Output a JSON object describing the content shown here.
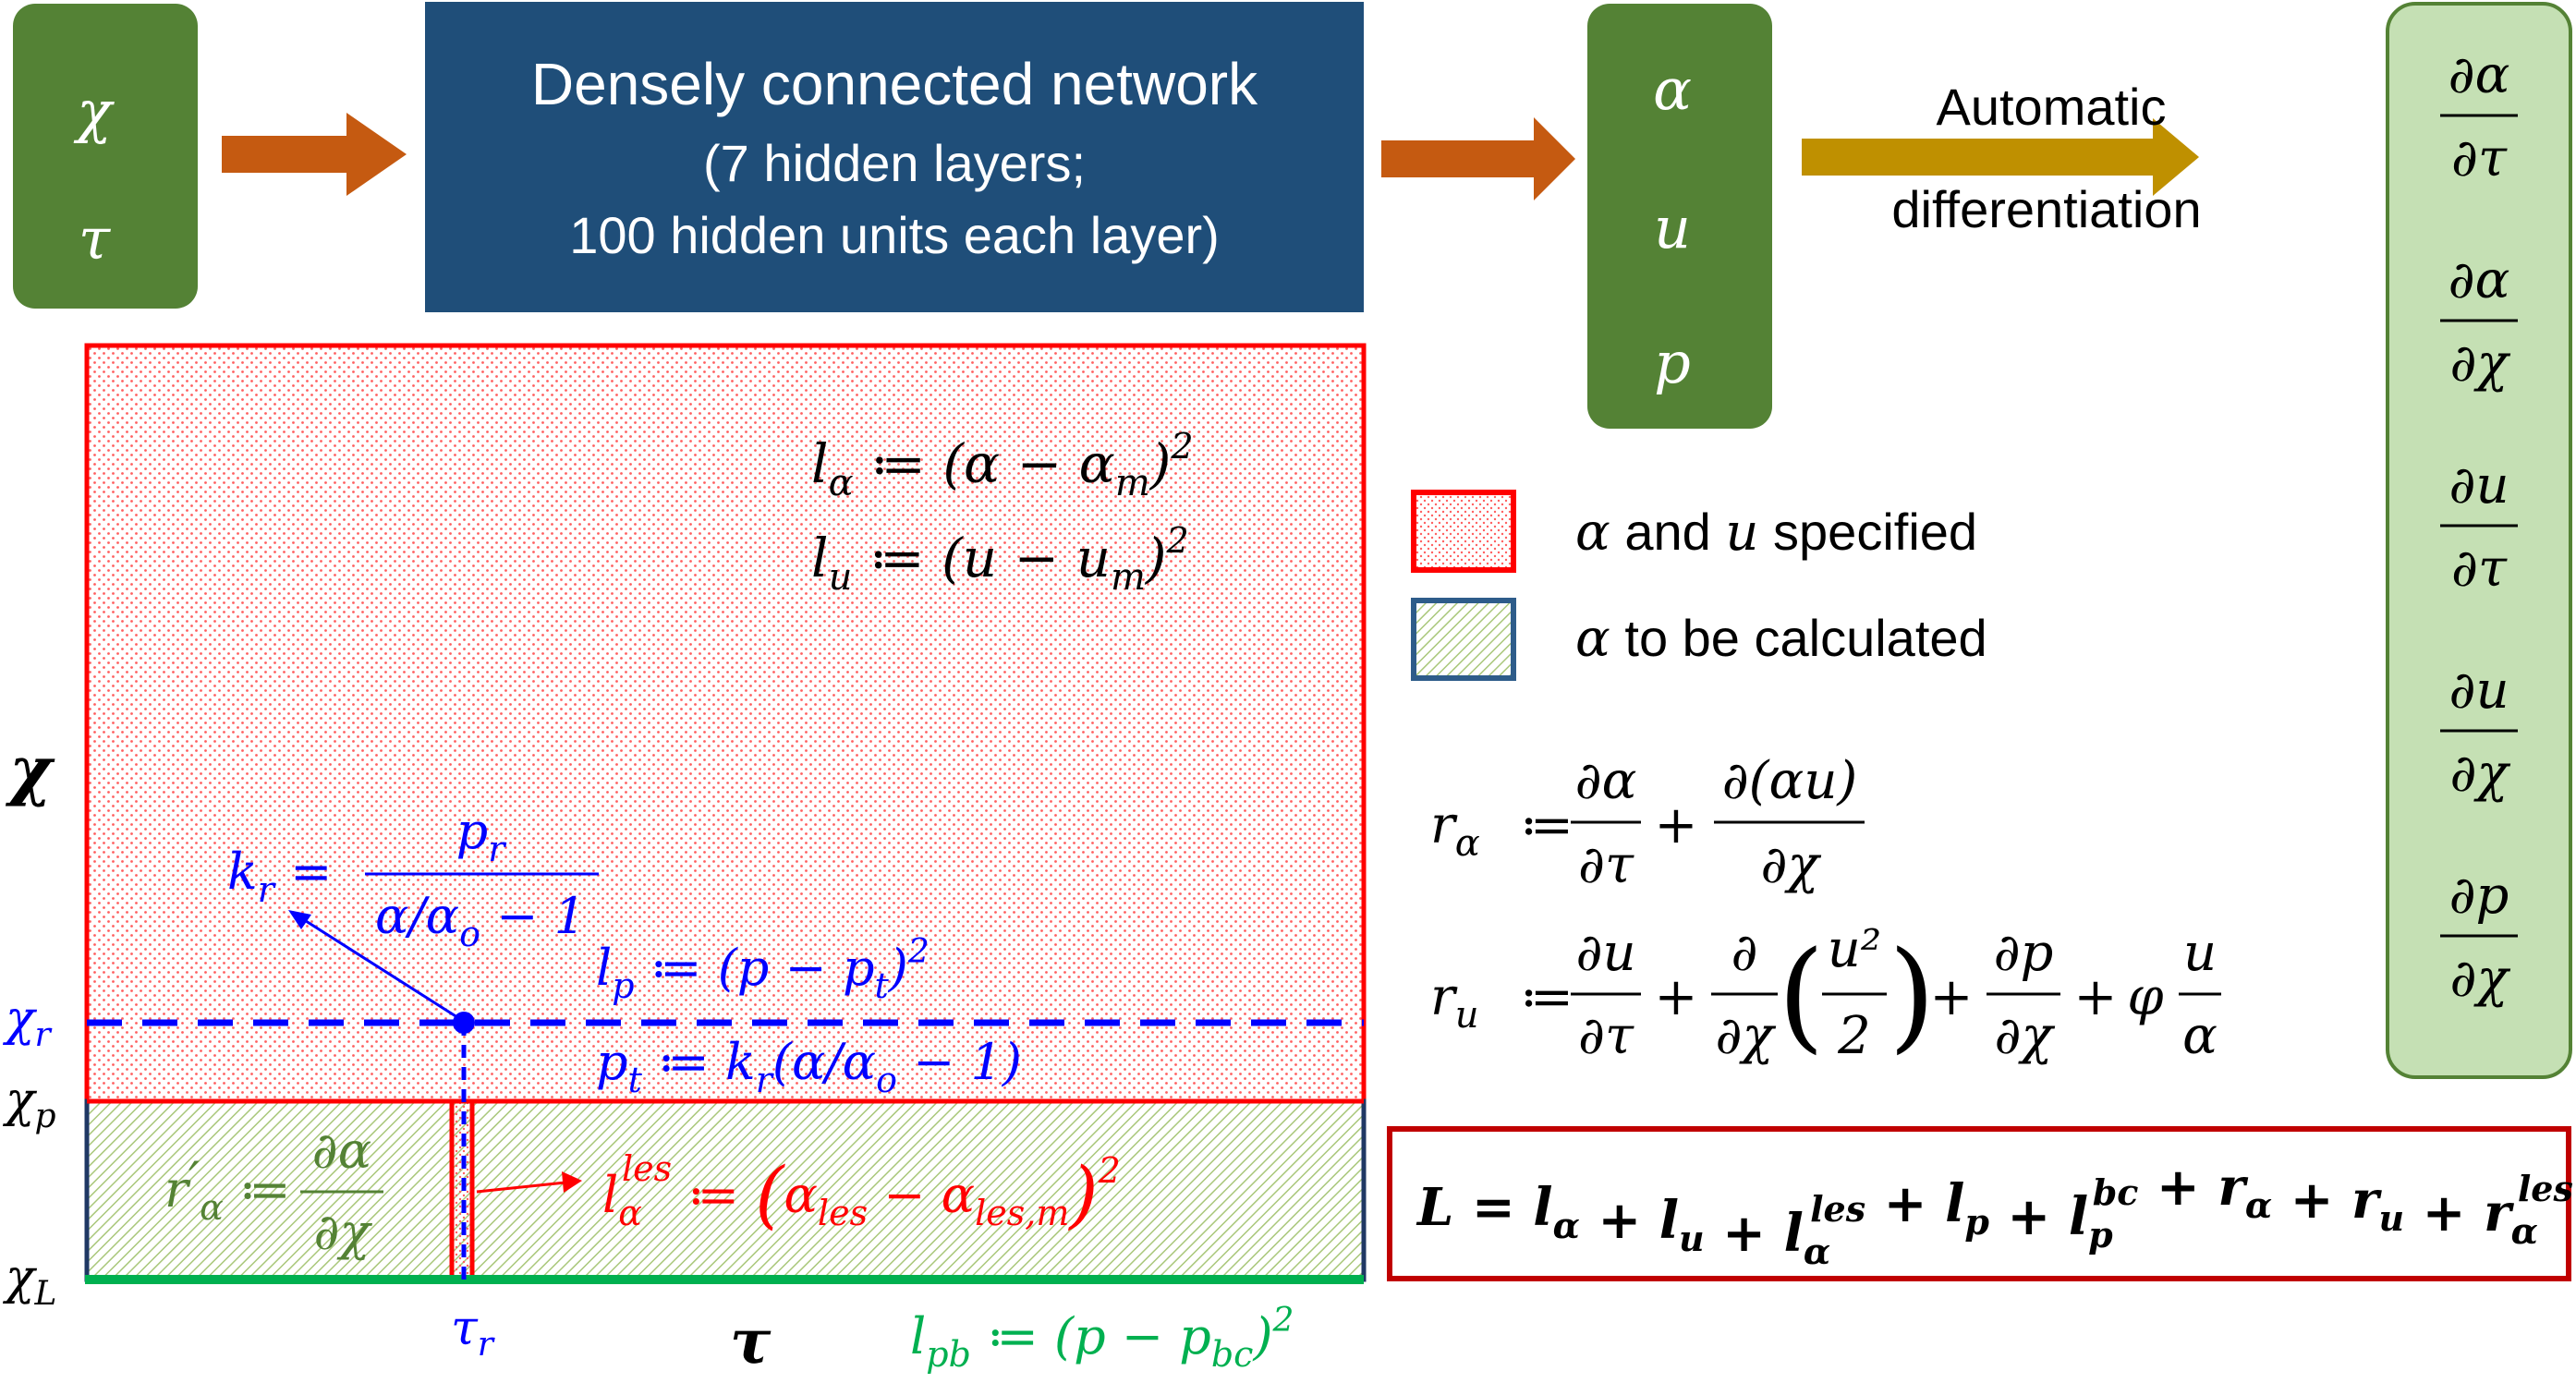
{
  "colors": {
    "green_box": "#548235",
    "light_green_box": "#c5e0b4",
    "navy": "#1f4e79",
    "orange_arrow": "#c55a11",
    "gold_arrow": "#bf9000",
    "red": "#ff0000",
    "dark_red": "#c00000",
    "blue": "#0000ff",
    "green_line": "#00b050"
  },
  "inputs": {
    "chi": "χ",
    "tau": "τ"
  },
  "network": {
    "title": "Densely connected network",
    "line2": "(7 hidden layers;",
    "line3": "100 hidden units each layer)"
  },
  "outputs": {
    "alpha": "α",
    "u": "u",
    "p": "p"
  },
  "autodiff": {
    "line1": "Automatic",
    "line2": "differentiation"
  },
  "derivatives": [
    {
      "num": "∂α",
      "den": "∂τ"
    },
    {
      "num": "∂α",
      "den": "∂χ"
    },
    {
      "num": "∂u",
      "den": "∂τ"
    },
    {
      "num": "∂u",
      "den": "∂χ"
    },
    {
      "num": "∂p",
      "den": "∂χ"
    }
  ],
  "domain": {
    "l_alpha": {
      "lhs": "l",
      "sub": "α",
      "rhs": " ≔ (α − α",
      "rsub": "m",
      "tail": ")",
      "sup": "2"
    },
    "l_u": {
      "lhs": "l",
      "sub": "u",
      "rhs": " ≔ (u − u",
      "rsub": "m",
      "tail": ")",
      "sup": "2"
    },
    "k_r": {
      "lhs": "k",
      "sub": "r",
      "eq": " = ",
      "num": "p",
      "numsub": "r",
      "den": "α/α",
      "densub": "o",
      "dentail": " − 1"
    },
    "l_p": {
      "lhs": "l",
      "sub": "p",
      "rhs": " ≔ (p − p",
      "rsub": "t",
      "tail": ")",
      "sup": "2"
    },
    "p_t": {
      "lhs": "p",
      "sub": "t",
      "rhs": " ≔ k",
      "rsub": "r",
      "tail": "(α/α",
      "tsub": "o",
      "tail2": " − 1)"
    },
    "r_alpha_prime": {
      "lhs": "r",
      "prime": "′",
      "sub": "α",
      "eq": " ≔ ",
      "num": "∂α",
      "den": "∂χ"
    },
    "l_les": {
      "lhs": "l",
      "sub": "α",
      "sup": "les",
      "rhs": " ≔ ",
      "inner": "α",
      "isub": "les",
      "minus": " − α",
      "msub": "les,m",
      "pow": "2"
    },
    "l_pb": {
      "lhs": "l",
      "sub": "pb",
      "rhs": " ≔ (p − p",
      "rsub": "bc",
      "tail": ")",
      "sup": "2"
    }
  },
  "axes": {
    "chi": "χ",
    "tau": "τ",
    "chi_r": "χ",
    "chi_r_sub": "r",
    "chi_p": "χ",
    "chi_p_sub": "p",
    "chi_L": "χ",
    "chi_L_sub": "L",
    "tau_r": "τ",
    "tau_r_sub": "r"
  },
  "legend": {
    "specified": {
      "a": "α",
      "and": " and ",
      "u": "u",
      "rest": " specified"
    },
    "calculated": {
      "a": "α",
      "rest": " to be calculated"
    }
  },
  "residuals": {
    "r_alpha": {
      "lhs": "r",
      "sub": "α",
      "eq": "≔",
      "t1num": "∂α",
      "t1den": "∂τ",
      "plus": "+",
      "t2num": "∂(αu)",
      "t2den": "∂χ"
    },
    "r_u": {
      "lhs": "r",
      "sub": "u",
      "eq": "≔",
      "t1num": "∂u",
      "t1den": "∂τ",
      "t2num": "∂",
      "t2den": "∂χ",
      "t3num": "u²",
      "t3den": "2",
      "t4num": "∂p",
      "t4den": "∂χ",
      "phi": "φ",
      "t5num": "u",
      "t5den": "α",
      "plus": "+"
    }
  },
  "loss": {
    "L": "L",
    "eq": " = ",
    "terms": [
      {
        "b": "l",
        "sub": "α",
        "sup": ""
      },
      {
        "b": "l",
        "sub": "u",
        "sup": ""
      },
      {
        "b": "l",
        "sub": "α",
        "sup": "les"
      },
      {
        "b": "l",
        "sub": "p",
        "sup": ""
      },
      {
        "b": "l",
        "sub": "p",
        "sup": "bc"
      },
      {
        "b": "r",
        "sub": "α",
        "sup": ""
      },
      {
        "b": "r",
        "sub": "u",
        "sup": ""
      },
      {
        "b": "r",
        "sub": "α",
        "sup": "les"
      }
    ],
    "plus": " + "
  }
}
